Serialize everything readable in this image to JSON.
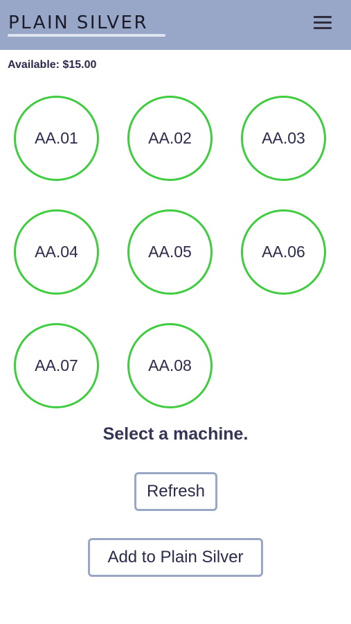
{
  "header": {
    "brand": "PLAIN SILVER",
    "menu_icon": "hamburger-menu-icon"
  },
  "balance": {
    "label": "Available: $15.00"
  },
  "machines": [
    {
      "label": "AA.01"
    },
    {
      "label": "AA.02"
    },
    {
      "label": "AA.03"
    },
    {
      "label": "AA.04"
    },
    {
      "label": "AA.05"
    },
    {
      "label": "AA.06"
    },
    {
      "label": "AA.07"
    },
    {
      "label": "AA.08"
    }
  ],
  "prompt": "Select a machine.",
  "actions": {
    "refresh_label": "Refresh",
    "add_label": "Add to Plain Silver"
  },
  "colors": {
    "header_bg": "#98a6c8",
    "machine_border": "#3fcc3f",
    "button_border": "#9aa6c6",
    "text": "#2a2a4a"
  }
}
